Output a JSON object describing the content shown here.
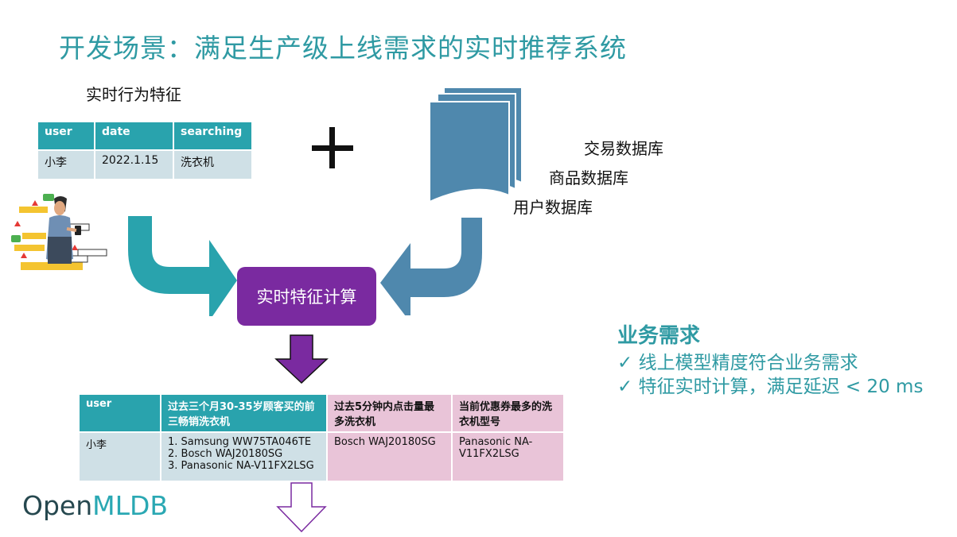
{
  "title": "开发场景：满足生产级上线需求的实时推荐系统",
  "realtime_label": "实时行为特征",
  "behavior_table": {
    "headers": [
      "user",
      "date",
      "searching"
    ],
    "row": [
      "小李",
      "2022.1.15",
      "洗衣机"
    ]
  },
  "databases": [
    "交易数据库",
    "商品数据库",
    "用户数据库"
  ],
  "compute_box": "实时特征计算",
  "business": {
    "title": "业务需求",
    "items": [
      "✓ 线上模型精度符合业务需求",
      "✓ 特征实时计算，满足延迟 < 20 ms"
    ]
  },
  "feature_table": {
    "headers": [
      "user",
      "过去三个月30-35岁顾客买的前三畅销洗衣机",
      "过去5分钟内点击量最多洗衣机",
      "当前优惠券最多的洗衣机型号"
    ],
    "row": {
      "user": "小李",
      "top3": [
        "1. Samsung WW75TA046TE",
        "2. Bosch WAJ20180SG",
        "3. Panasonic NA-V11FX2LSG"
      ],
      "most_clicked": "Bosch WAJ20180SG",
      "most_coupons": [
        "Panasonic NA-",
        "V11FX2LSG"
      ]
    }
  },
  "logo": {
    "part1": "Open",
    "part2": "MLDB"
  },
  "colors": {
    "teal": "#29a3ad",
    "purple": "#7a2aa0",
    "steel_blue": "#4f88ad",
    "pink": "#e9c4d8",
    "light_blue": "#cfe0e6"
  }
}
